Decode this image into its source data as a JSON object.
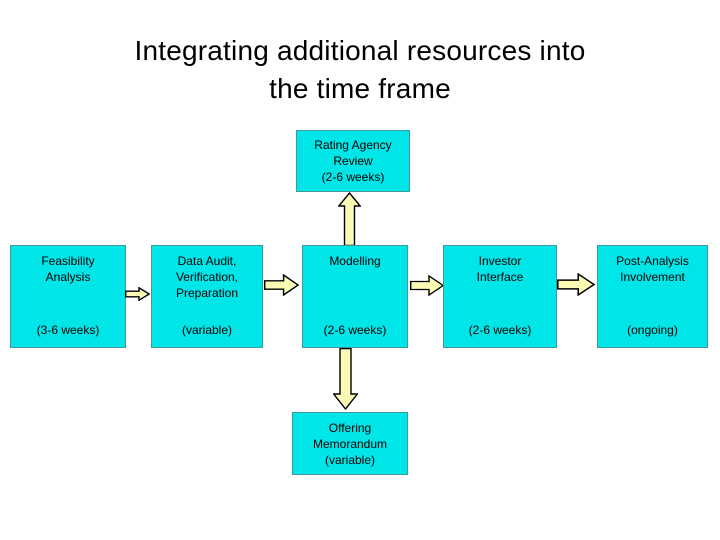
{
  "title": {
    "line1": "Integrating additional resources into",
    "line2": "the time frame"
  },
  "colors": {
    "background": "#ffffff",
    "box_fill": "#00e5e8",
    "box_border": "#3f9b9b",
    "arrow_fill": "#fbfbb6",
    "arrow_outline": "#000000",
    "text": "#000000"
  },
  "top_box": {
    "lines": [
      "Rating Agency",
      "Review",
      "(2-6 weeks)"
    ]
  },
  "main_boxes": [
    {
      "label": [
        "Feasibility",
        "Analysis"
      ],
      "duration": "(3-6 weeks)"
    },
    {
      "label": [
        "Data Audit,",
        "Verification,",
        "Preparation"
      ],
      "duration": "(variable)"
    },
    {
      "label": [
        "Modelling"
      ],
      "duration": "(2-6 weeks)"
    },
    {
      "label": [
        "Investor",
        "Interface"
      ],
      "duration": "(2-6 weeks)"
    },
    {
      "label": [
        "Post-Analysis",
        "Involvement"
      ],
      "duration": "(ongoing)"
    }
  ],
  "bottom_box": {
    "lines": [
      "Offering",
      "Memorandum",
      "(variable)"
    ]
  },
  "icons": {
    "arrow_up": "⇧",
    "arrow_right": "⇨",
    "arrow_down": "⇩"
  }
}
